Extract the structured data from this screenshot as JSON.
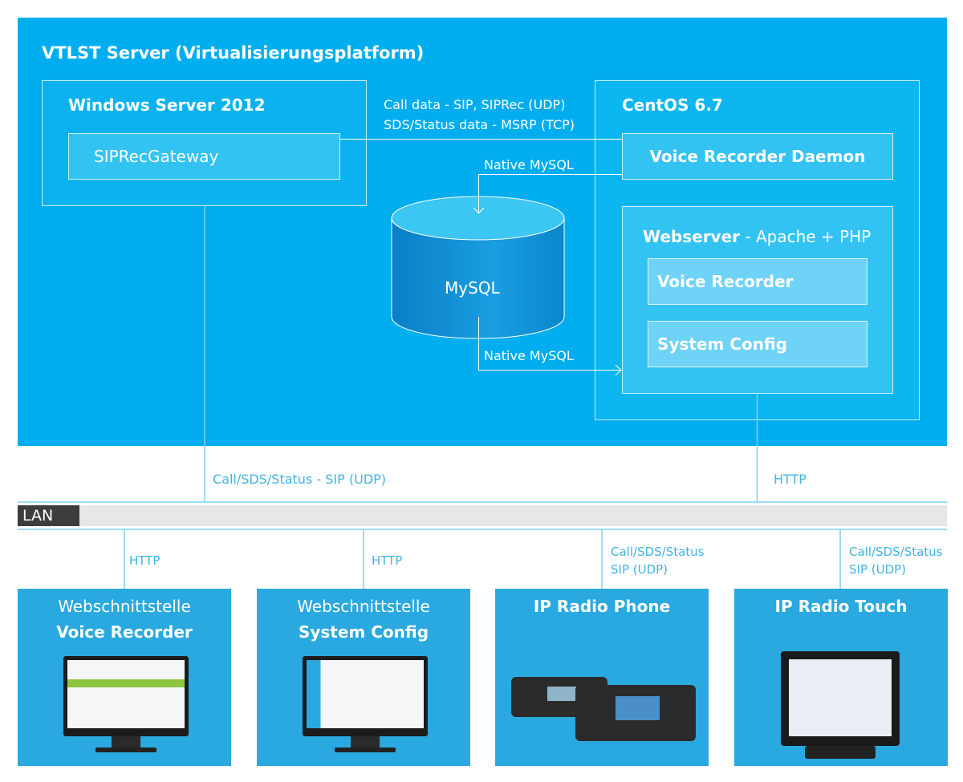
{
  "server": {
    "title": "VTLST Server (Virtualisierungsplatform)"
  },
  "windows": {
    "title": "Windows Server 2012",
    "gateway": "SIPRecGateway"
  },
  "centos": {
    "title": "CentOS 6.7",
    "daemon": "Voice Recorder Daemon",
    "webserver_bold": "Webserver",
    "webserver_rest": " - Apache + PHP",
    "voice_recorder": "Voice Recorder",
    "system_config": "System Config"
  },
  "database": {
    "label": "MySQL"
  },
  "links": {
    "call_data": "Call data - SIP, SIPRec (UDP)",
    "sds_data": "SDS/Status data - MSRP (TCP)",
    "native1": "Native MySQL",
    "native2": "Native MySQL",
    "lan_sip": "Call/SDS/Status - SIP (UDP)",
    "lan_http": "HTTP"
  },
  "lan": {
    "label": "LAN"
  },
  "devices": [
    {
      "link": "HTTP",
      "title": "Webschnittstelle",
      "subtitle": "Voice Recorder"
    },
    {
      "link": "HTTP",
      "title": "Webschnittstelle",
      "subtitle": "System Config"
    },
    {
      "link1": "Call/SDS/Status",
      "link2": "SIP (UDP)",
      "title": "IP Radio Phone"
    },
    {
      "link1": "Call/SDS/Status",
      "link2": "SIP (UDP)",
      "title": "IP Radio Touch"
    }
  ],
  "colors": {
    "server": "#00adef",
    "device": "#2aa8e0",
    "lan_bar": "#e6e7e8",
    "lan_label": "#3d3d3d",
    "link_text": "#3fb3e6"
  }
}
